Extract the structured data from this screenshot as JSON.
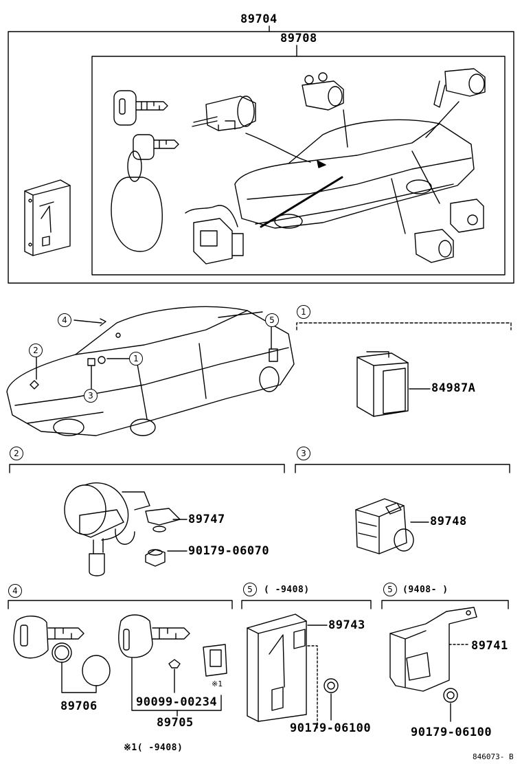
{
  "top": {
    "assembly": "89704",
    "subassembly": "89708"
  },
  "locator_callouts": [
    "1",
    "2",
    "3",
    "4",
    "5"
  ],
  "sections": {
    "s1": {
      "index": "1",
      "parts": [
        "84987A"
      ]
    },
    "s2": {
      "index": "2",
      "parts": [
        "89747",
        "90179-06070"
      ]
    },
    "s3": {
      "index": "3",
      "parts": [
        "89748"
      ]
    },
    "s4": {
      "index": "4",
      "parts": [
        "89706",
        "90099-00234",
        "89705"
      ],
      "note_mark": "※1"
    },
    "s5a": {
      "index": "5",
      "range": "(        -9408)",
      "parts": [
        "89743",
        "90179-06100"
      ]
    },
    "s5b": {
      "index": "5",
      "range": "(9408-        )",
      "parts": [
        "89741",
        "90179-06100"
      ]
    }
  },
  "footnote": "※1(      -9408)",
  "drawing_no": "846073- B"
}
